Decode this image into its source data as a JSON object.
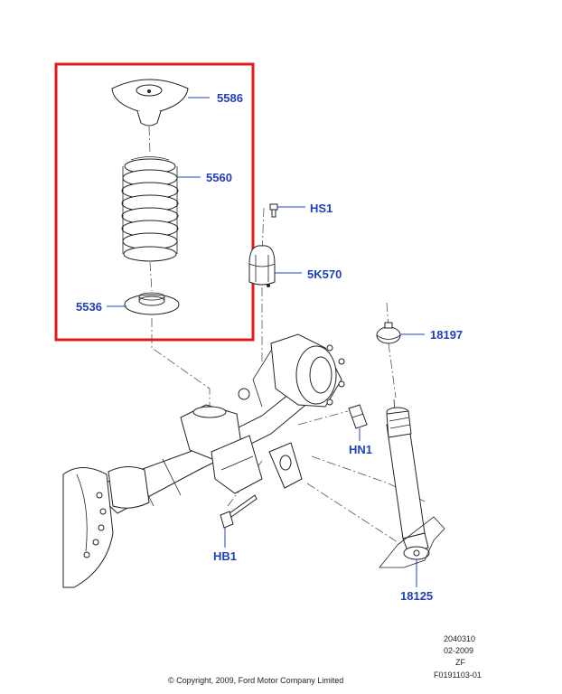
{
  "callouts": {
    "c5586": "5586",
    "c5560": "5560",
    "c5536": "5536",
    "cHS1": "HS1",
    "c5K570": "5K570",
    "c18197": "18197",
    "cHN1": "HN1",
    "cHB1": "HB1",
    "c18125": "18125"
  },
  "footer": {
    "copyright": "© Copyright, 2009, Ford Motor Company Limited",
    "code1": "2040310",
    "code2": "02-2009",
    "code3": "ZF",
    "code4": "F0191103-01"
  },
  "colors": {
    "highlight": "#e01a1a",
    "callout": "#1f3fbf"
  }
}
